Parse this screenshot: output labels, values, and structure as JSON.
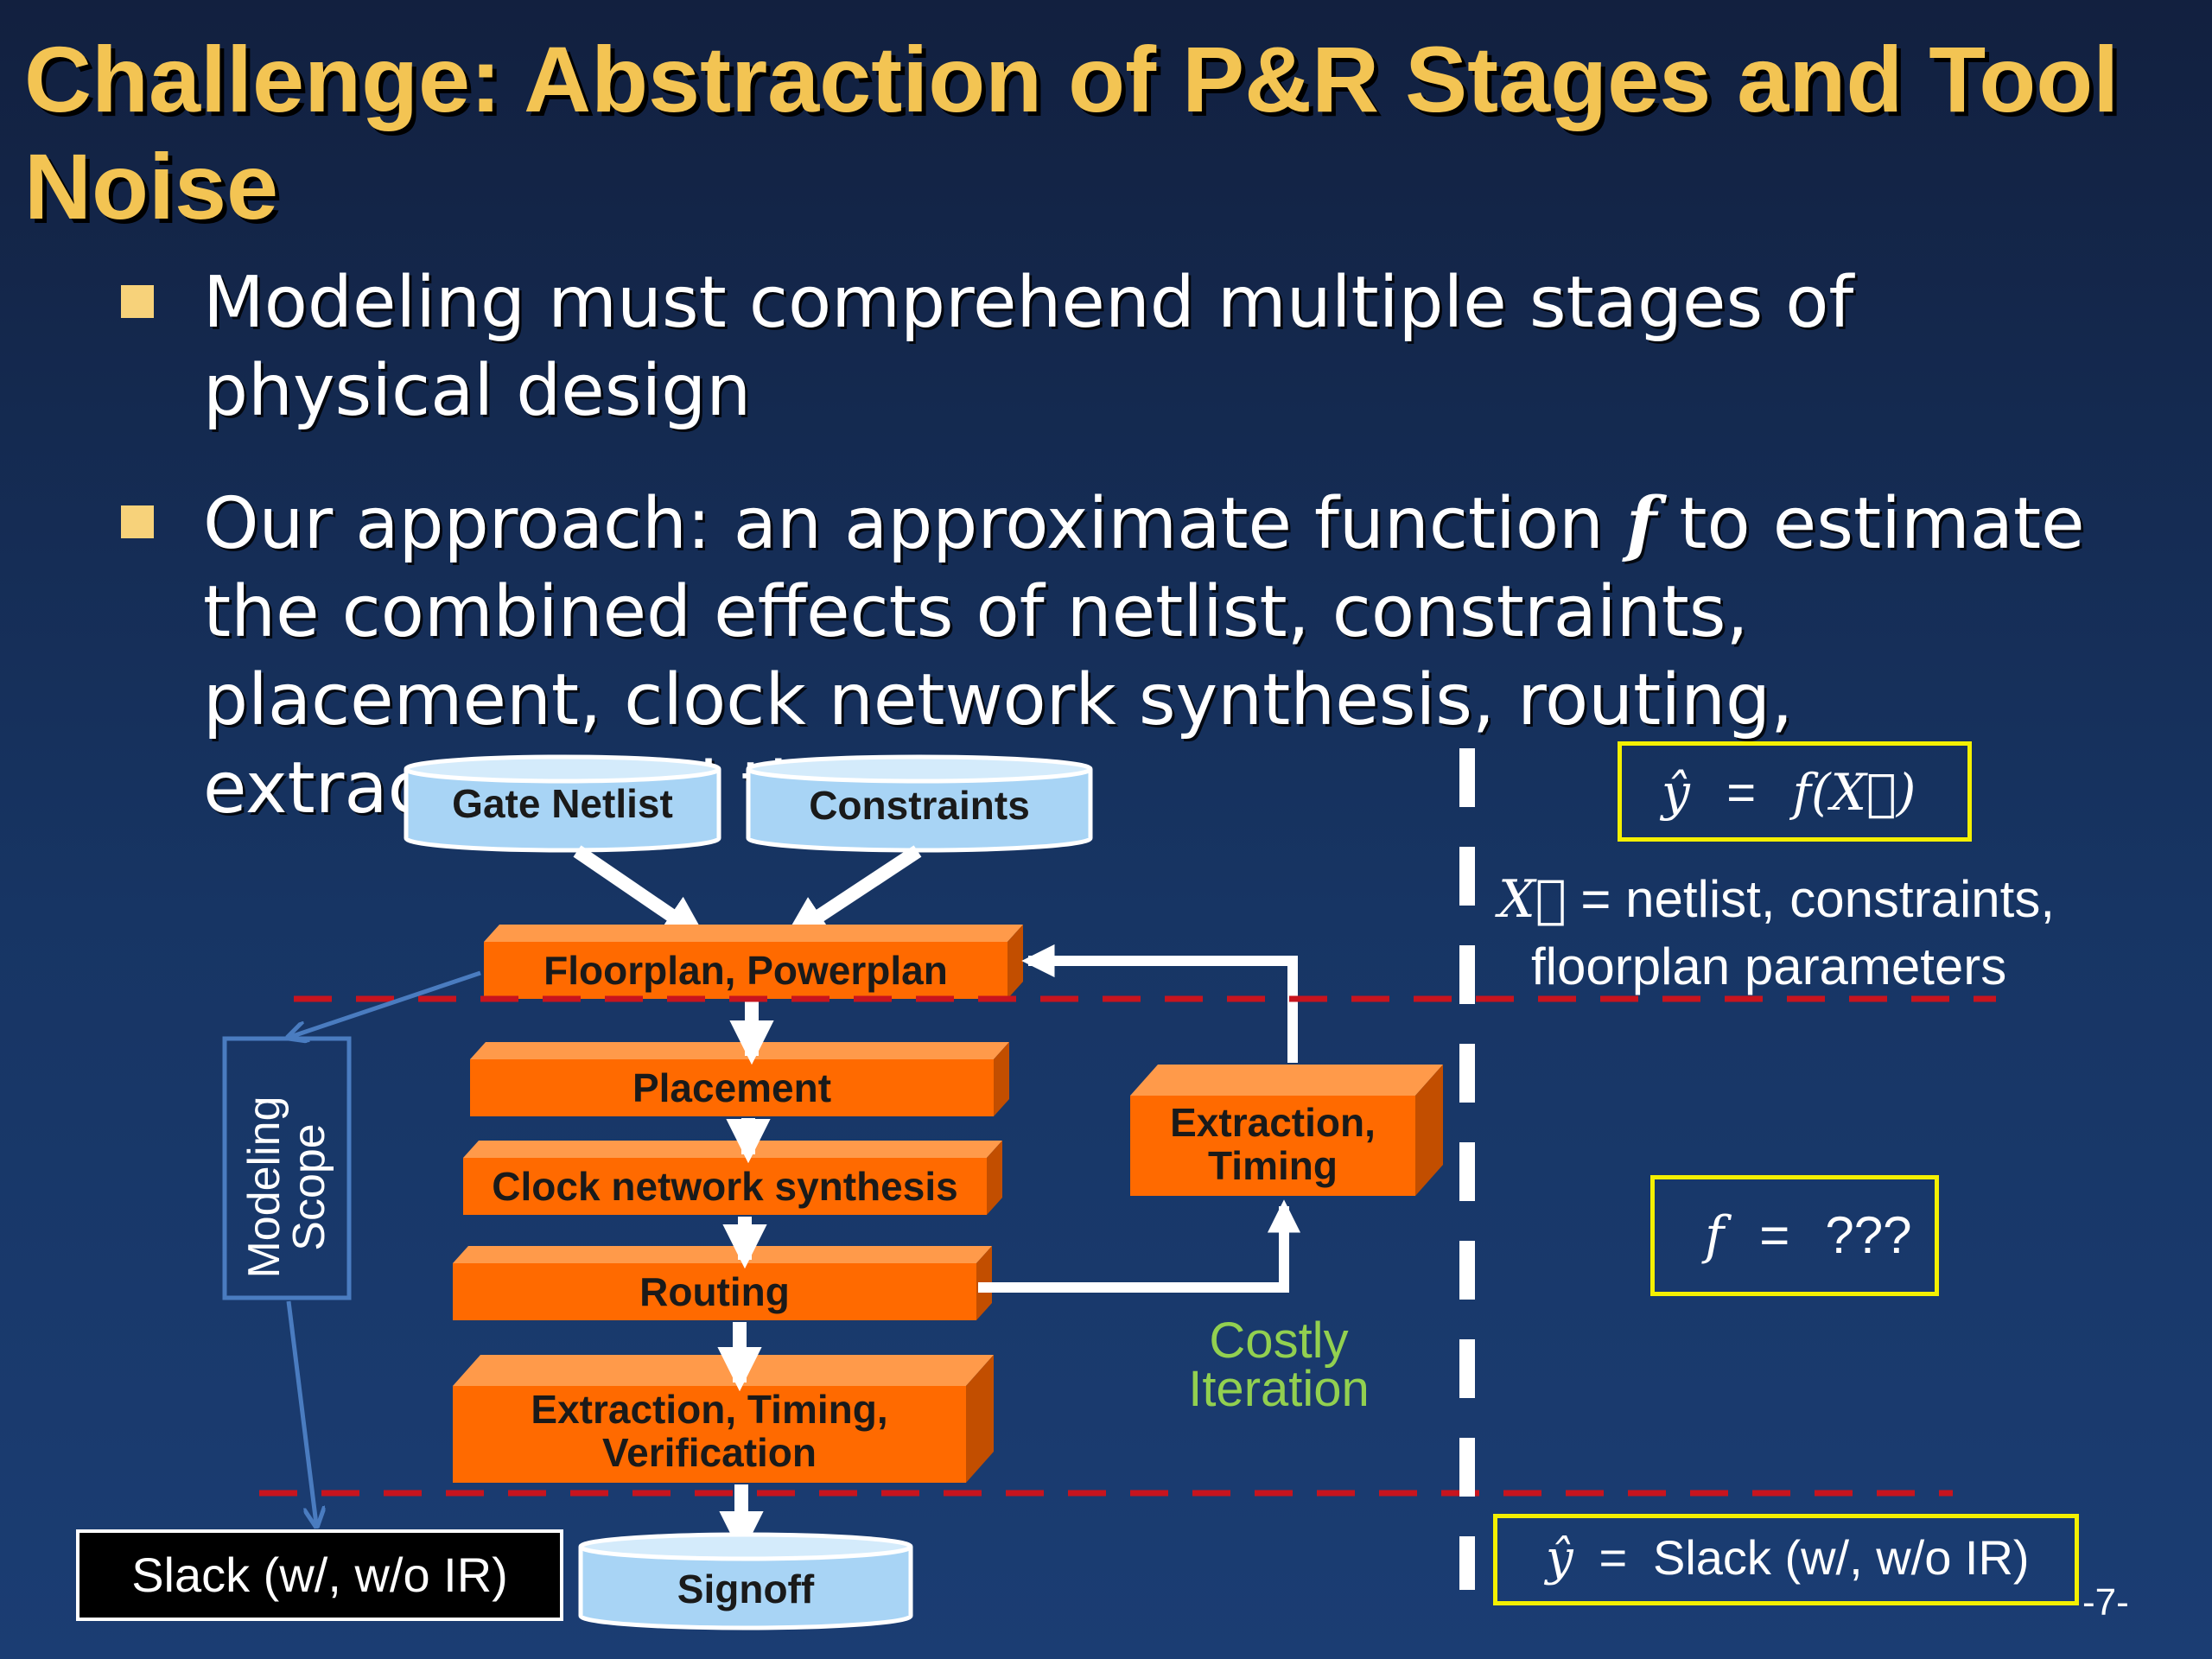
{
  "slide": {
    "title": "Challenge: Abstraction of P&R Stages and Tool Noise",
    "page_number": "-7-"
  },
  "bullets": [
    {
      "text": "Modeling must comprehend multiple stages of physical design"
    },
    {
      "text_before": "Our approach: an approximate function ",
      "emph": "f",
      "text_after": " to estimate the combined effects of netlist, constraints, placement, clock network synthesis, routing, extraction and timing"
    }
  ],
  "diagram": {
    "inputs": {
      "gate_netlist": "Gate Netlist",
      "constraints": "Constraints"
    },
    "stages": {
      "floorplan": "Floorplan, Powerplan",
      "placement": "Placement",
      "cts": "Clock network synthesis",
      "routing": "Routing",
      "extraction_final": "Extraction, Timing, Verification",
      "extraction_loop": "Extraction, Timing"
    },
    "signoff": "Signoff",
    "modeling_scope": "Modeling Scope",
    "slack_box": "Slack (w/, w/o IR)",
    "costly_iteration": "Costly Iteration",
    "colors": {
      "stage_fill": "#ff6a00",
      "stage_dark": "#c24e00",
      "cylinder_fill": "#a8d4f5",
      "dashed_red": "#c8141e",
      "scope_blue": "#4a7cc0",
      "costly_green": "#92d050",
      "highlight_yellow": "#f4f000"
    }
  },
  "right_panel": {
    "formula_top": {
      "lhs": "ŷ",
      "eq": "=",
      "rhs": "f(X⃗)"
    },
    "x_def_var": "X⃗",
    "x_def_text_1": "= netlist, constraints,",
    "x_def_text_2": "floorplan parameters",
    "formula_mid": {
      "lhs": "f",
      "eq": "=",
      "rhs": "???"
    },
    "formula_bottom": {
      "lhs": "ŷ",
      "eq": "=",
      "rhs": "Slack (w/, w/o IR)"
    }
  }
}
